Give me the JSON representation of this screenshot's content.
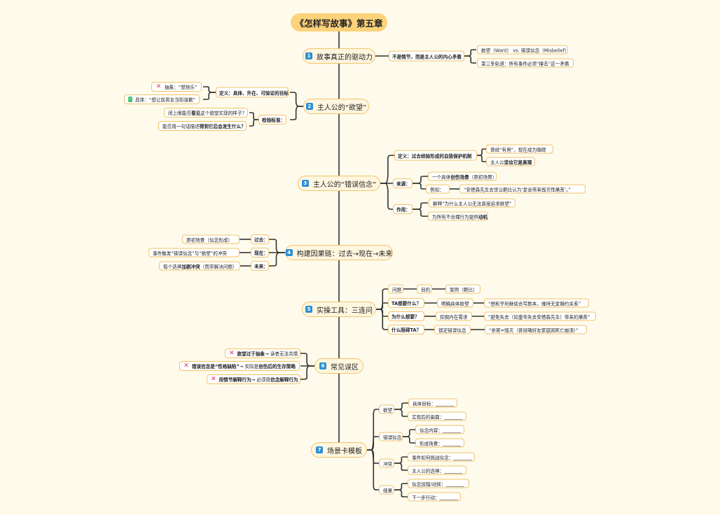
{
  "title": "《怎样写故事》第五章",
  "s1": {
    "num": "1",
    "title": "故事真正的驱动力",
    "sub_a": "不是情节，而是",
    "sub_b": "主人公的内心矛盾",
    "c1": "欲望（Want） vs. 错误信念（Misbelief）",
    "c2": "第三条轨道：所有事件必须“撞击”这一矛盾"
  },
  "s2": {
    "num": "2",
    "title": "主人公的“欲望”",
    "def_a": "定义：",
    "def_b": "具体、外在、可验证的目标",
    "abs": "抽象：“想快乐”",
    "con": "具体：“想让前男友当街道歉”",
    "check": "检验标准：",
    "q1_a": "闭上眼能否",
    "q1_b": "看见",
    "q1_c": "这个欲望实现的样子？",
    "q2_a": "能否用一句话描述",
    "q2_b": "得到它后会发生什么？"
  },
  "s3": {
    "num": "3",
    "title": "主人公的“错误信念”",
    "def_a": "定义：",
    "def_b": "过去经验形成的",
    "def_c": "自我保护机制",
    "def1": "曾经“有用”，现在成为阻碍",
    "def2_a": "主人公",
    "def2_b": "坚信它是真理",
    "src": "来源：",
    "src1_a": "一个具体",
    "src1_b": "创伤场景",
    "src1_c": "（原初场景）",
    "ex": "例如：",
    "ex1": "“安德森先生去世让鲍比认为‘爱会带来毁灭性痛苦’。”",
    "role": "作用：",
    "r1": "解释“为什么主人公无法直接追求欲望”",
    "r2_a": "为所有不合理行为提供",
    "r2_b": "动机"
  },
  "s4": {
    "num": "4",
    "title": "构建因果链：过去→现在→未来",
    "past": "过去：",
    "past_c": "原初场景（信念形成）",
    "now": "现在：",
    "now_c": "事件触发“错误信念”与“欲望”的冲突",
    "fut": "未来：",
    "fut_a": "每个选择",
    "fut_b": "加剧冲突",
    "fut_c": "（而非解决问题）"
  },
  "s5": {
    "num": "5",
    "title": "实操工具：三连问",
    "h1": "问题",
    "h2": "目的",
    "h3": "案例（鲍比）",
    "q1": "TA想要什么？",
    "p1": "明确具体欲望",
    "e1": "“想和亨利继续合写剧本，维持无爱婚约关系”",
    "q2": "为什么想要？",
    "p2": "挖掘内在需求",
    "e2": "“避免失去（如童年失去安德森先生）带来的痛苦”",
    "q3": "什么阻碍TA？",
    "p3": "锁定错误信念",
    "e3": "“亲密=毁灭（曾目睹好友家庭因死亡崩溃）”"
  },
  "s6": {
    "num": "6",
    "title": "常见误区",
    "m1_a": "欲望过于抽象",
    "m1_b": " → 读者无法共情",
    "m2_a": "错误信念是“性格缺陷”",
    "m2_b": " → 实际是",
    "m2_c": "创伤后的生存策略",
    "m3_a": "用情节解释行为",
    "m3_b": " → 必须用",
    "m3_c": "信念解释行为"
  },
  "s7": {
    "num": "7",
    "title": "场景卡模板",
    "want": "欲望",
    "want1": "具体目标：________",
    "want2": "实现后的画面：________",
    "mis": "错误信念",
    "mis1": "信念内容：________",
    "mis2": "形成场景：________",
    "conf": "冲突",
    "conf1": "事件如何挑战信念：________",
    "conf2": "主人公的选择：________",
    "res": "结果",
    "res1": "信念加强/动摇：________",
    "res2": "下一步行动：________"
  },
  "icons": {
    "wrong": "cross-icon",
    "right": "check-icon"
  },
  "colors": {
    "background": "#fefbec",
    "root": "#fcd27a",
    "border": "#f2c36b",
    "badge": "#2d8fd5",
    "cross": "#e0335a",
    "check": "#3fbf6f"
  }
}
